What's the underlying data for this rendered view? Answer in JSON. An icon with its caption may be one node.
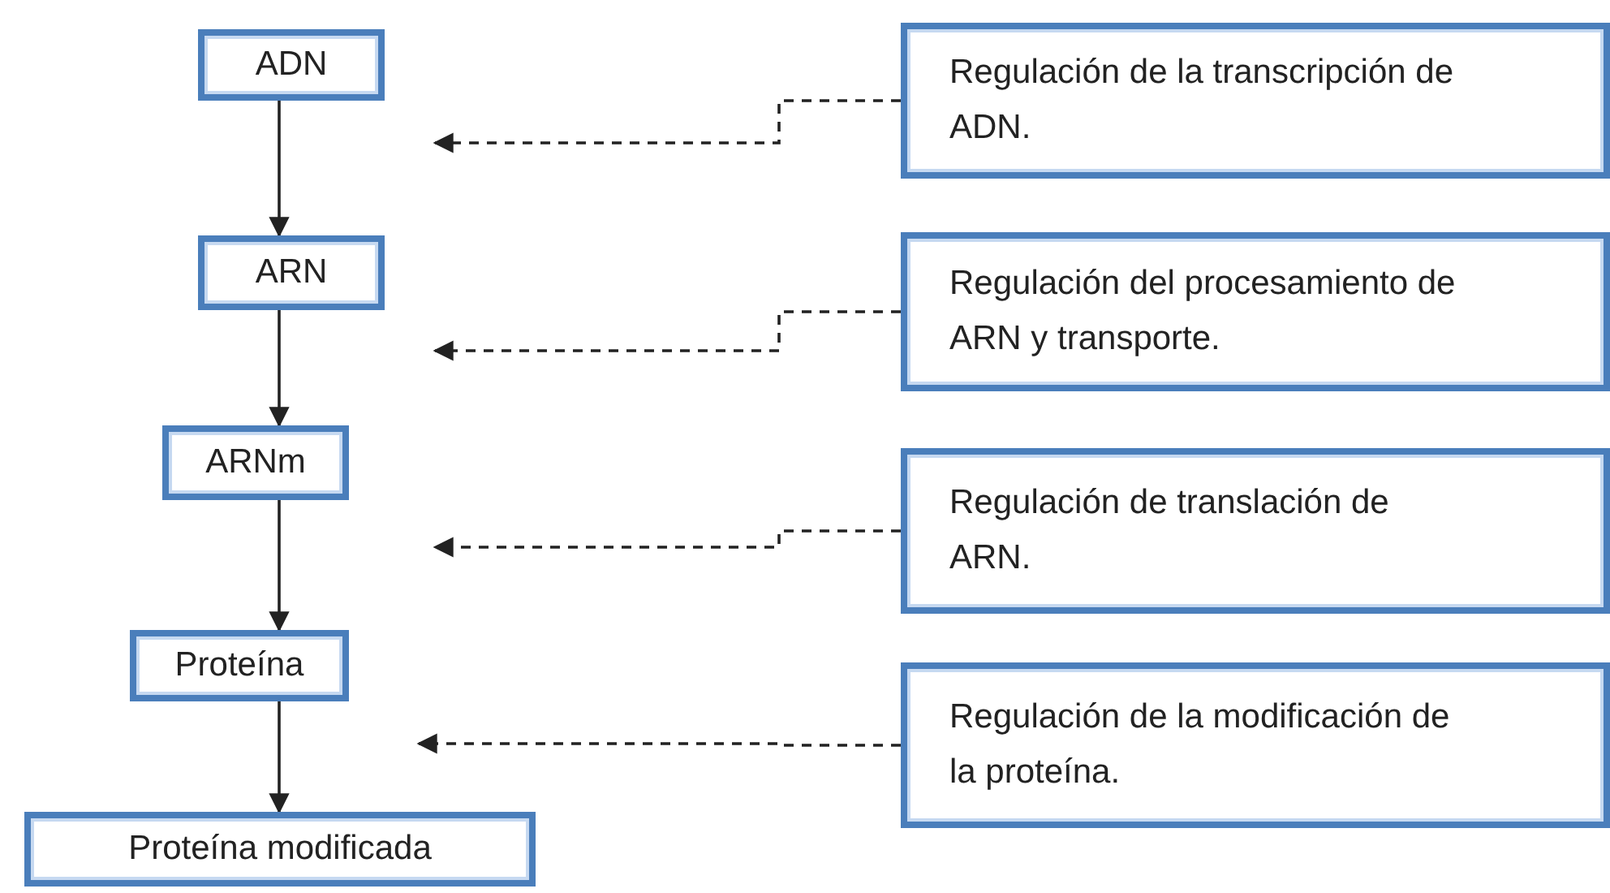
{
  "diagram": {
    "nodes": [
      {
        "text": [
          "ADN"
        ]
      },
      {
        "text": [
          "ARN"
        ]
      },
      {
        "text": [
          "ARNm"
        ]
      },
      {
        "text": [
          "Proteína"
        ]
      },
      {
        "text": [
          "Proteína modificada"
        ]
      },
      {
        "text": [
          "Regulación de la transcripción de ADN."
        ]
      },
      {
        "text": [
          "Regulación del procesamiento de ARN y transporte."
        ]
      },
      {
        "text": [
          "Regulación de translación de ARN."
        ]
      },
      {
        "text": [
          "Regulación de la modificación de la proteína."
        ]
      }
    ],
    "edges": [
      {
        "from": 0,
        "to": 1,
        "arrow": "to"
      },
      {
        "from": 1,
        "to": 2,
        "arrow": "to"
      },
      {
        "from": 2,
        "to": 3,
        "arrow": "to"
      },
      {
        "from": 3,
        "to": 4,
        "arrow": "to"
      },
      {
        "from": 5,
        "to": null,
        "arrow": "to",
        "style": "dashed"
      },
      {
        "from": 6,
        "to": null,
        "arrow": "to",
        "style": "dashed"
      },
      {
        "from": 7,
        "to": null,
        "arrow": "to",
        "style": "dashed"
      },
      {
        "from": 8,
        "to": null,
        "arrow": "to",
        "style": "dashed"
      }
    ]
  }
}
